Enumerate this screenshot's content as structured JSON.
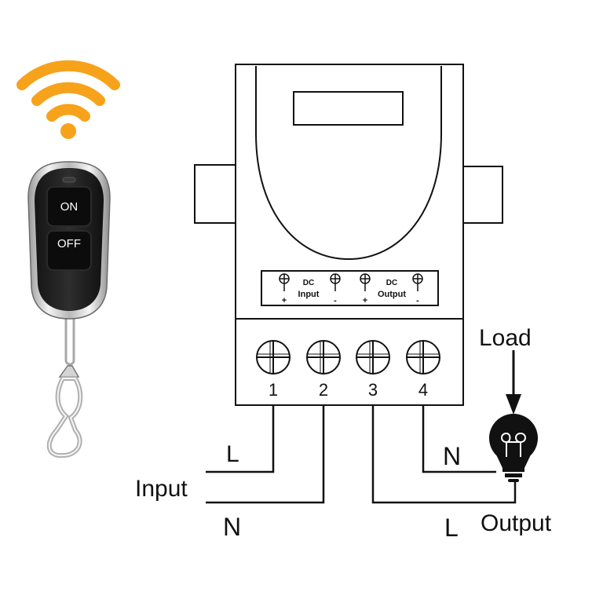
{
  "remote": {
    "on_label": "ON",
    "off_label": "OFF",
    "signal_icon": "wifi-signal-icon",
    "signal_color": "#F7A21B"
  },
  "module": {
    "dc_input": {
      "line1": "DC",
      "line2": "Input",
      "plus": "+",
      "minus": "-"
    },
    "dc_output": {
      "line1": "DC",
      "line2": "Output",
      "plus": "+",
      "minus": "-"
    },
    "terminals": [
      "1",
      "2",
      "3",
      "4"
    ]
  },
  "wiring": {
    "input_label": "Input",
    "input_L": "L",
    "input_N": "N",
    "output_label": "Output",
    "output_L": "L",
    "output_N": "N",
    "load_label": "Load"
  }
}
